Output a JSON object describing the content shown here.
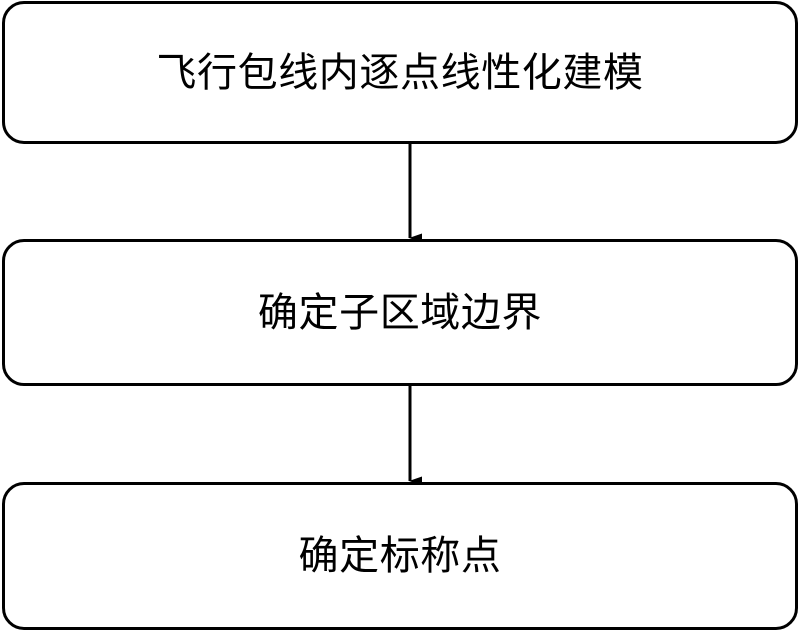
{
  "diagram": {
    "title": "",
    "background_color": "#ffffff",
    "stroke_color": "#000000",
    "text_color": "#000000",
    "nodes": [
      {
        "id": "node-1",
        "label": "飞行包线内逐点线性化建模",
        "shape": "rounded-rectangle",
        "order": 1
      },
      {
        "id": "node-2",
        "label": "确定子区域边界",
        "shape": "rounded-rectangle",
        "order": 2
      },
      {
        "id": "node-3",
        "label": "确定标称点",
        "shape": "rounded-rectangle",
        "order": 3
      }
    ],
    "connectors": [
      {
        "id": "connector-1",
        "from": "node-1",
        "to": "node-2",
        "style": "solid",
        "arrowhead": "filled-triangle",
        "label": ""
      },
      {
        "id": "connector-2",
        "from": "node-2",
        "to": "node-3",
        "style": "solid",
        "arrowhead": "filled-triangle",
        "label": ""
      }
    ]
  }
}
